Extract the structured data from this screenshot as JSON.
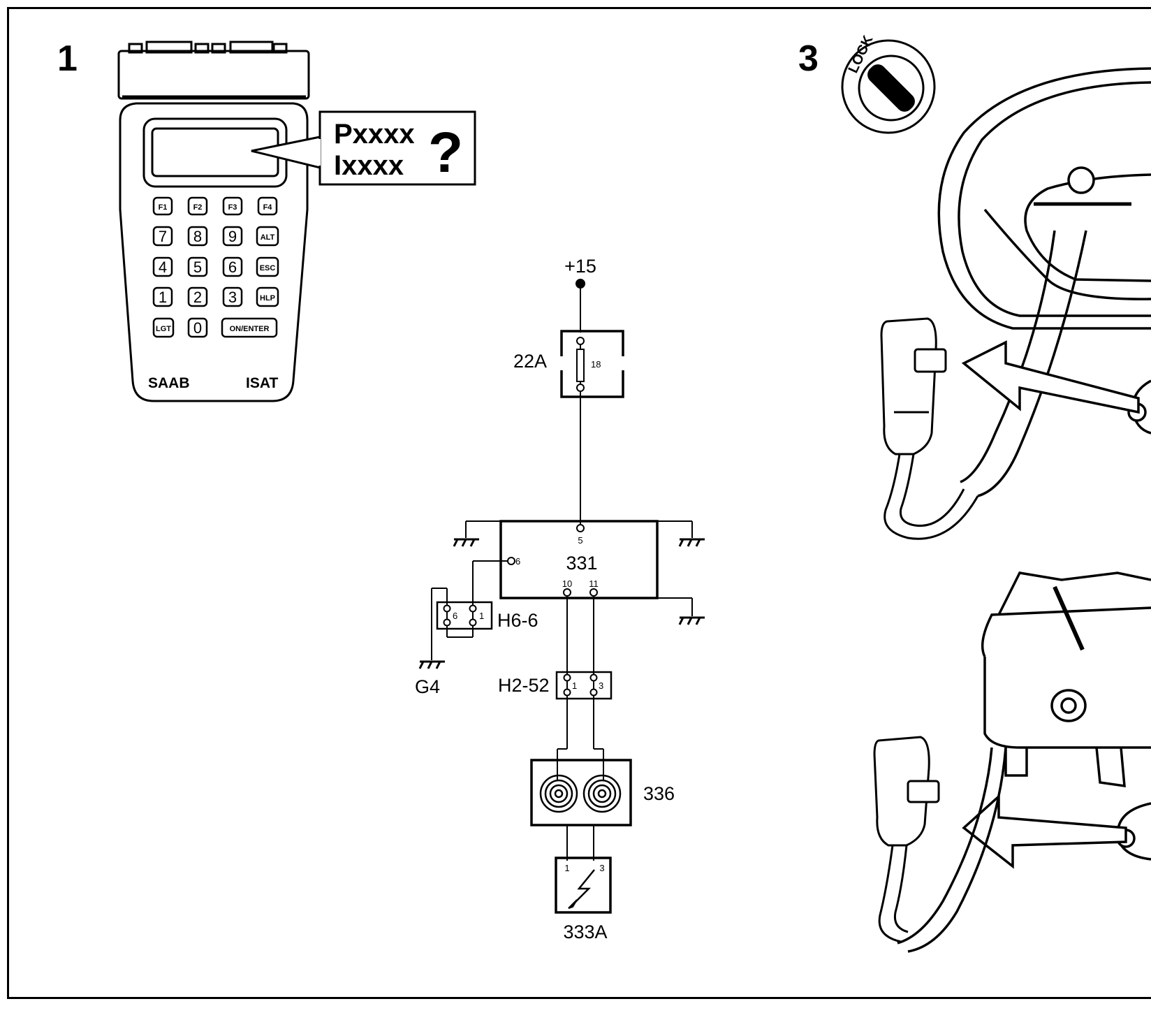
{
  "steps": {
    "step1": "1",
    "step3": "3"
  },
  "tester": {
    "keys": {
      "row1": [
        "F1",
        "F2",
        "F3",
        "F4"
      ],
      "row2": [
        "7",
        "8",
        "9",
        "ALT"
      ],
      "row3": [
        "4",
        "5",
        "6",
        "ESC"
      ],
      "row4": [
        "1",
        "2",
        "3",
        "HLP"
      ],
      "row5": [
        "LGT",
        "0",
        "ON/ENTER"
      ]
    },
    "brand_left": "SAAB",
    "brand_right": "ISAT"
  },
  "callout": {
    "line1": "Pxxxx",
    "line2": "Ixxxx",
    "symbol": "?"
  },
  "schematic": {
    "supply": "+15",
    "fuse_label": "22A",
    "fuse_pin": "18",
    "module_label": "331",
    "module_pin_top": "5",
    "module_pin_left": "6",
    "module_pin_a": "10",
    "module_pin_b": "11",
    "conn_h66": "H6-6",
    "conn_h66_pin_a": "6",
    "conn_h66_pin_b": "1",
    "ground_g4": "G4",
    "conn_h252": "H2-52",
    "conn_h252_pin_a": "1",
    "conn_h252_pin_b": "3",
    "coil_label": "336",
    "airbag_label": "333A",
    "airbag_pin_a": "1",
    "airbag_pin_b": "3"
  },
  "lock_text": "LOCK"
}
